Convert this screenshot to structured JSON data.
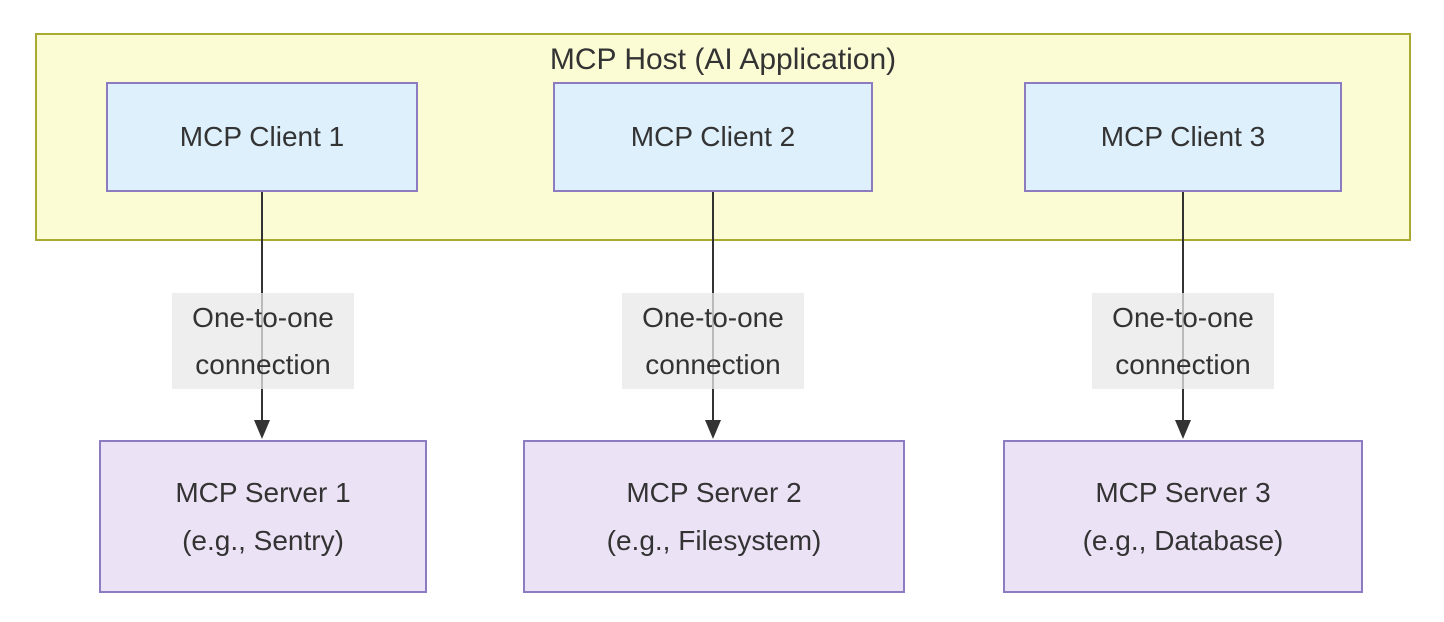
{
  "diagram": {
    "host": {
      "title": "MCP Host (AI Application)"
    },
    "clients": [
      {
        "label": "MCP Client 1"
      },
      {
        "label": "MCP Client 2"
      },
      {
        "label": "MCP Client 3"
      }
    ],
    "edges": [
      {
        "label_line1": "One-to-one",
        "label_line2": "connection"
      },
      {
        "label_line1": "One-to-one",
        "label_line2": "connection"
      },
      {
        "label_line1": "One-to-one",
        "label_line2": "connection"
      }
    ],
    "servers": [
      {
        "line1": "MCP Server 1",
        "line2": "(e.g., Sentry)"
      },
      {
        "line1": "MCP Server 2",
        "line2": "(e.g., Filesystem)"
      },
      {
        "line1": "MCP Server 3",
        "line2": "(e.g., Database)"
      }
    ]
  },
  "colors": {
    "host_fill": "#fbfbd4",
    "host_border": "#aaaa33",
    "client_fill": "#def0fb",
    "server_fill": "#ece2f6",
    "node_border": "#8d7bc2",
    "edge_label_bg": "#e8e8e8",
    "edge_line": "#333333",
    "text": "#333333",
    "background": "#ffffff"
  }
}
